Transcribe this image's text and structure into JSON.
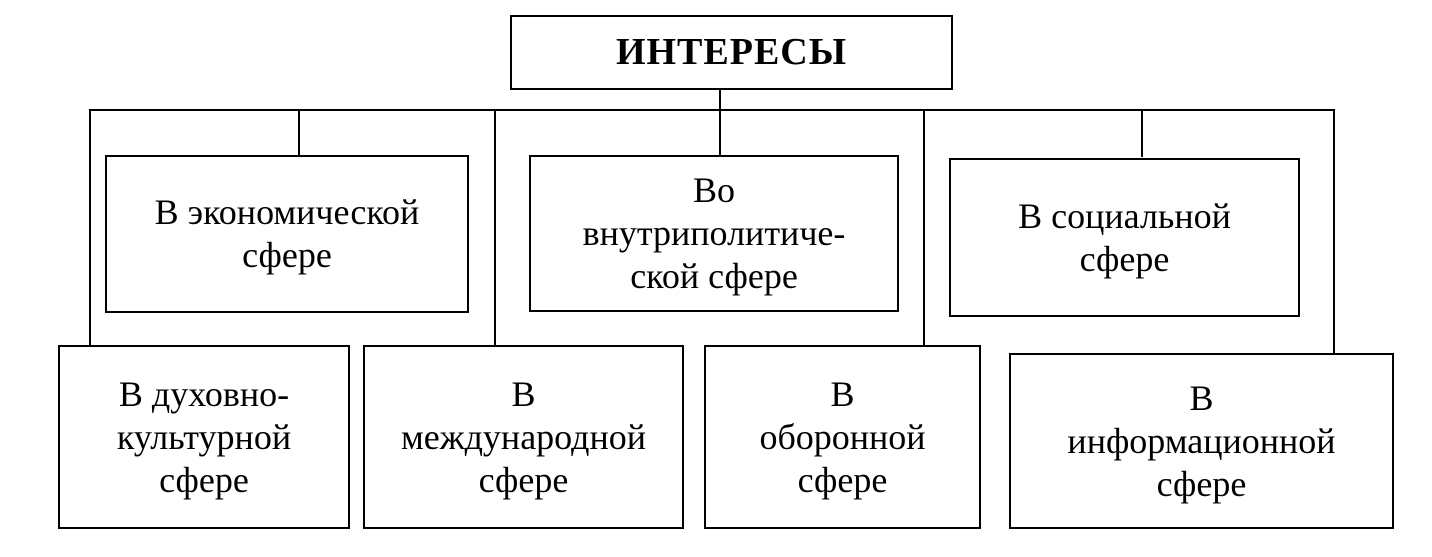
{
  "diagram": {
    "root": {
      "label": "ИНТЕРЕСЫ"
    },
    "upper_row": [
      {
        "label": "В экономической\nсфере"
      },
      {
        "label": "Во\nвнутриполитиче-\nской сфере"
      },
      {
        "label": "В социальной\nсфере"
      }
    ],
    "lower_row": [
      {
        "label": "В духовно-\nкультурной\nсфере"
      },
      {
        "label": "В\nмеждународной\nсфере"
      },
      {
        "label": "В\nоборонной\nсфере"
      },
      {
        "label": "В\nинформационной\nсфере"
      }
    ]
  },
  "colors": {
    "line": "#000000",
    "background": "#ffffff",
    "text": "#000000"
  }
}
